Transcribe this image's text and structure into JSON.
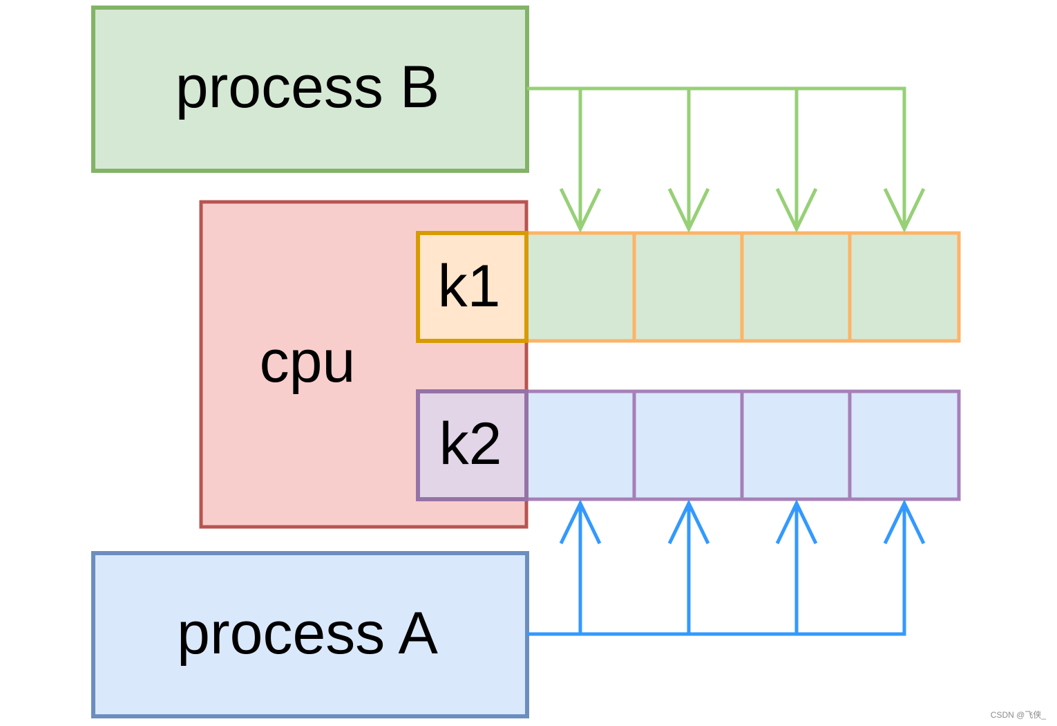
{
  "diagram": {
    "nodes": {
      "process_b": "process B",
      "cpu": "cpu",
      "k1": "k1",
      "k2": "k2",
      "process_a": "process A"
    },
    "edges": [
      {
        "from": "process B",
        "to": "k1 buffer",
        "count": 4
      },
      {
        "from": "process A",
        "to": "k2 buffer",
        "count": 4
      }
    ]
  },
  "watermark": "CSDN @飞侠_",
  "colors": {
    "process_b_fill": "#d5e8d4",
    "process_b_stroke": "#82b366",
    "cpu_fill": "#f8cecc",
    "cpu_stroke": "#b85450",
    "k1_fill": "#ffe6cc",
    "k1_stroke": "#d79b00",
    "k1_buffer_stroke": "#ffb366",
    "k2_fill": "#e1d5e7",
    "k2_stroke": "#9673a6",
    "k2_buffer_fill": "#dae8fc",
    "k2_buffer_stroke": "#a680b8",
    "process_a_fill": "#dae8fc",
    "process_a_stroke": "#6c8ebf",
    "arrow_green": "#97d077",
    "arrow_blue": "#3399ff"
  }
}
